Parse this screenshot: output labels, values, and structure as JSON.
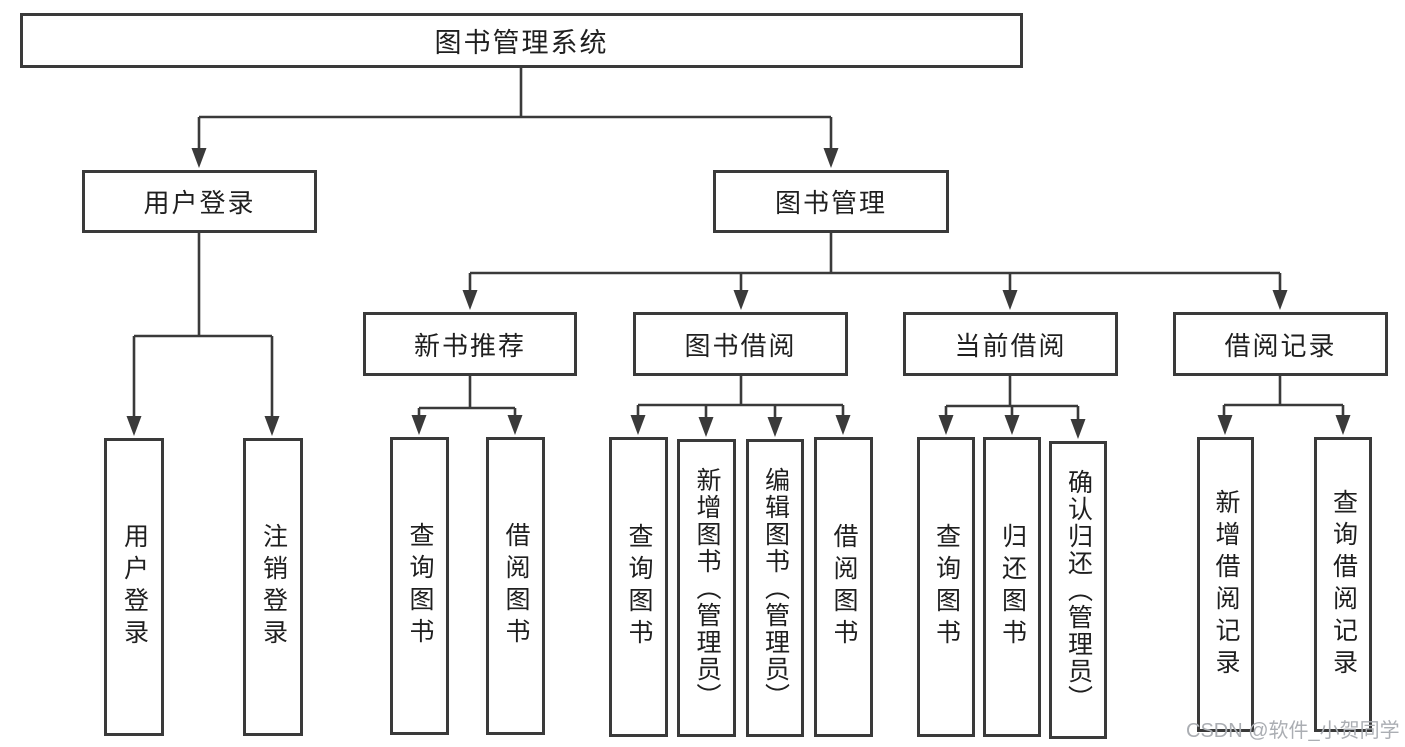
{
  "diagram": {
    "root": {
      "label": "图书管理系统"
    },
    "branches": {
      "user_login": {
        "label": "用户登录",
        "children": [
          {
            "label": "用户登录"
          },
          {
            "label": "注销登录"
          }
        ]
      },
      "book_mgmt": {
        "label": "图书管理",
        "children": [
          {
            "label": "新书推荐",
            "children": [
              {
                "label": "查询图书"
              },
              {
                "label": "借阅图书"
              }
            ]
          },
          {
            "label": "图书借阅",
            "children": [
              {
                "label": "查询图书"
              },
              {
                "label": "新增图书（管理员）"
              },
              {
                "label": "编辑图书（管理员）"
              },
              {
                "label": "借阅图书"
              }
            ]
          },
          {
            "label": "当前借阅",
            "children": [
              {
                "label": "查询图书"
              },
              {
                "label": "归还图书"
              },
              {
                "label": "确认归还（管理员）"
              }
            ]
          },
          {
            "label": "借阅记录",
            "children": [
              {
                "label": "新增借阅记录"
              },
              {
                "label": "查询借阅记录"
              }
            ]
          }
        ]
      }
    }
  },
  "watermark": {
    "text": "CSDN @软件_小贺同学"
  },
  "colors": {
    "line": "#3a3a3a",
    "text": "#1f1f1f",
    "background": "#ffffff",
    "watermark": "#abaeb3"
  }
}
